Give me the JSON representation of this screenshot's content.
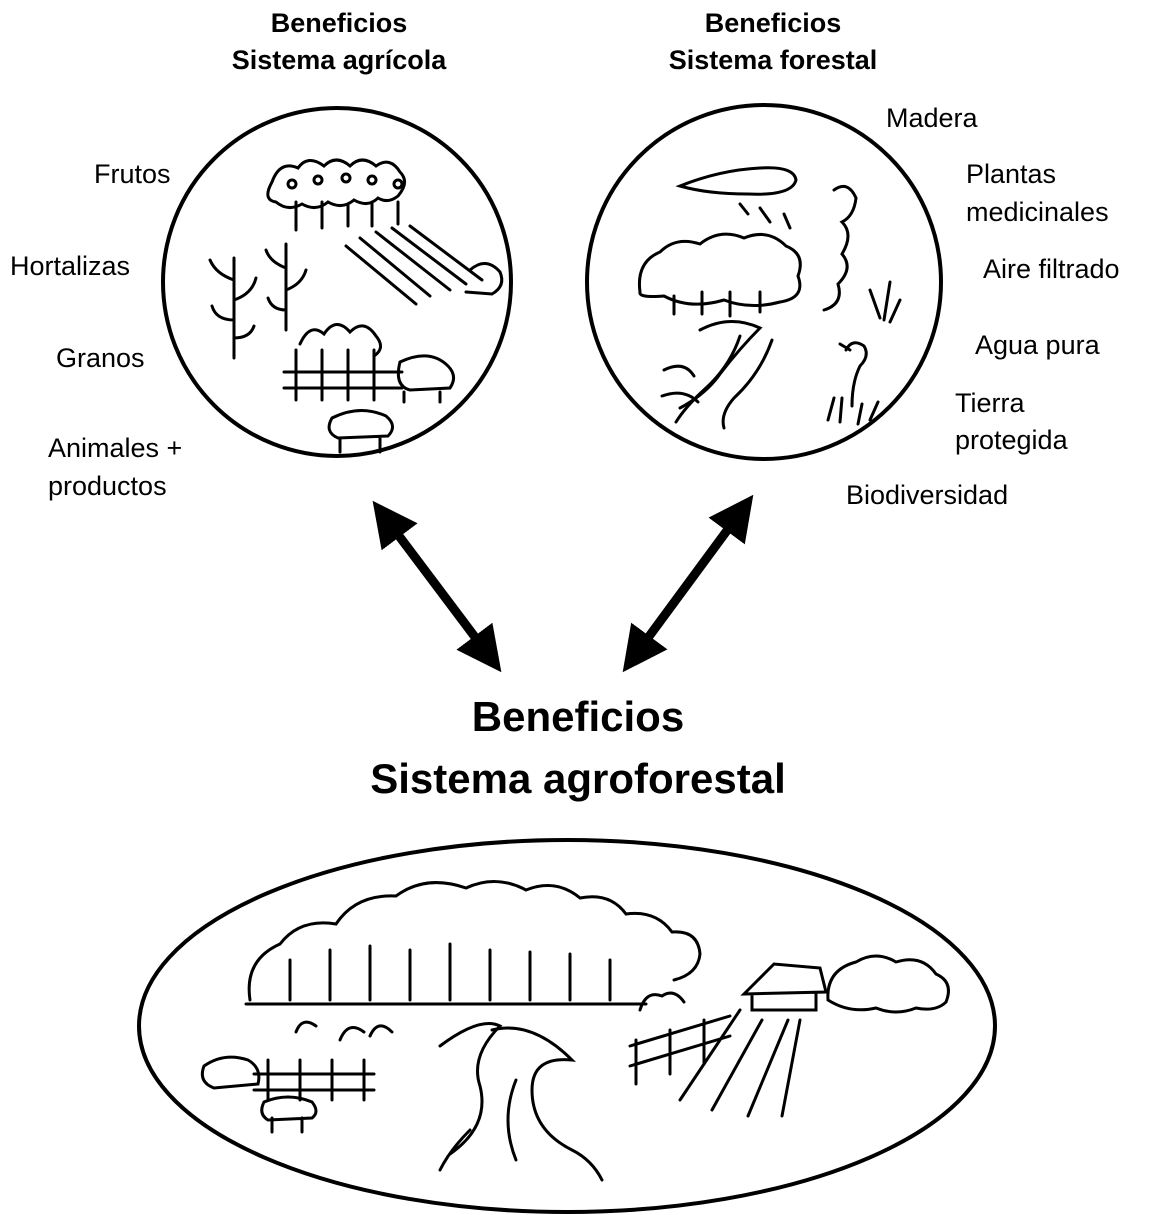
{
  "agri": {
    "title1": "Beneficios",
    "title2": "Sistema agrícola",
    "benefits": [
      "Frutos",
      "Hortalizas",
      "Granos",
      "Animales +",
      "productos"
    ]
  },
  "forest": {
    "title1": "Beneficios",
    "title2": "Sistema forestal",
    "benefits": [
      "Madera",
      "Plantas",
      "medicinales",
      "Aire filtrado",
      "Agua pura",
      "Tierra",
      "protegida",
      "Biodiversidad"
    ]
  },
  "agroforest": {
    "title1": "Beneficios",
    "title2": "Sistema agroforestal"
  }
}
